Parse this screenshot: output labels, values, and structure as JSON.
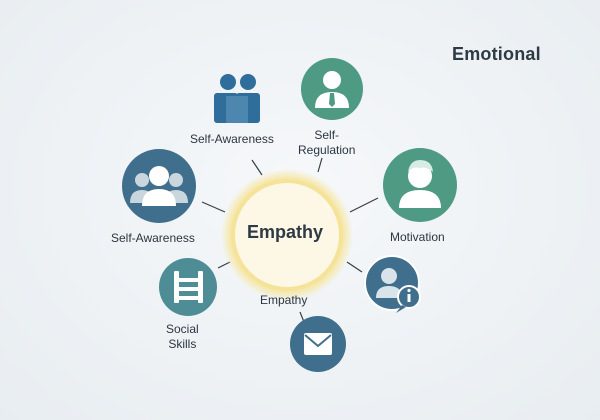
{
  "title": "Emotional",
  "center": {
    "label": "Empathy"
  },
  "nodes": [
    {
      "label": "Self-Awareness",
      "icon": "people-group-icon",
      "color": "#2f6e9a"
    },
    {
      "label": "Self-\nRegulation",
      "icon": "person-tie-icon",
      "color": "#4f9a82"
    },
    {
      "label": "Self-Awareness",
      "icon": "people-group-icon",
      "color": "#3f6f8c"
    },
    {
      "label": "Motivation",
      "icon": "person-icon",
      "color": "#4f9a82"
    },
    {
      "label": "Social\nSkills",
      "icon": "ladder-icon",
      "color": "#4f8d96"
    },
    {
      "label": "Empathy",
      "icon": "envelope-icon",
      "color": "#3f6f8c"
    },
    {
      "label": "",
      "icon": "person-info-icon",
      "color": "#3f6f8c"
    }
  ],
  "colors": {
    "center_glow": "#f6e7a6",
    "center_fill": "#fdf8e3",
    "connector": "#3a3f44",
    "text": "#2c3640"
  }
}
